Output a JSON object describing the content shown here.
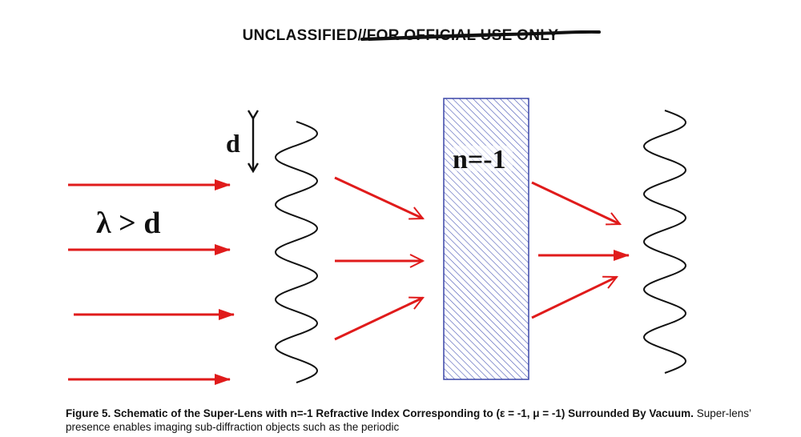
{
  "header": {
    "classification_part1": "UNCLASSIFIED//",
    "classification_part2": "FOR OFFICIAL USE ONLY"
  },
  "figure": {
    "label_d": "d",
    "label_wavelength": "λ > d",
    "label_lens_index": "n=-1",
    "colors": {
      "arrow": "#e01b1b",
      "wave": "#111111",
      "lens_border": "#3b47a8",
      "lens_hatch": "#4a57b5"
    }
  },
  "caption": {
    "bold_text": "Figure 5. Schematic of the Super-Lens with n=-1 Refractive Index Corresponding to (ε = -1, μ = -1) Surrounded By Vacuum.",
    "body_text": " Super-lens’ presence enables imaging sub-diffraction objects such as the periodic"
  }
}
